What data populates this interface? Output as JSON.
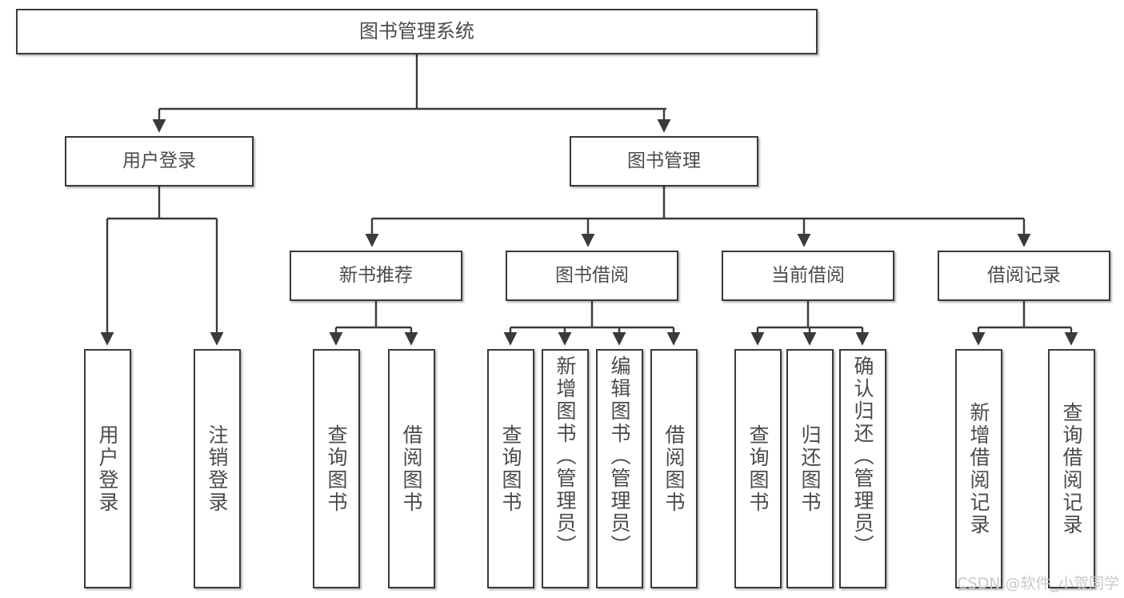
{
  "diagram": {
    "title": "图书管理系统",
    "type": "tree-hierarchy",
    "root": {
      "label": "图书管理系统"
    },
    "level2": [
      {
        "label": "用户登录"
      },
      {
        "label": "图书管理"
      }
    ],
    "level3": [
      {
        "label": "新书推荐"
      },
      {
        "label": "图书借阅"
      },
      {
        "label": "当前借阅"
      },
      {
        "label": "借阅记录"
      }
    ],
    "leaves": {
      "user_login": [
        {
          "label": "用户登录"
        },
        {
          "label": "注销登录"
        }
      ],
      "new_book_recommend": [
        {
          "label": "查询图书"
        },
        {
          "label": "借阅图书"
        }
      ],
      "book_borrow": [
        {
          "label": "查询图书"
        },
        {
          "label": "新增图书（管理员）"
        },
        {
          "label": "编辑图书（管理员）"
        },
        {
          "label": "借阅图书"
        }
      ],
      "current_borrow": [
        {
          "label": "查询图书"
        },
        {
          "label": "归还图书"
        },
        {
          "label": "确认归还（管理员）"
        }
      ],
      "borrow_record": [
        {
          "label": "新增借阅记录"
        },
        {
          "label": "查询借阅记录"
        }
      ]
    },
    "colors": {
      "border": "#3a3a3a",
      "text": "#4b4b4b",
      "background": "#ffffff",
      "watermark": "#c9c9c9"
    }
  },
  "watermark": {
    "text": "CSDN @软件_小贺同学"
  }
}
